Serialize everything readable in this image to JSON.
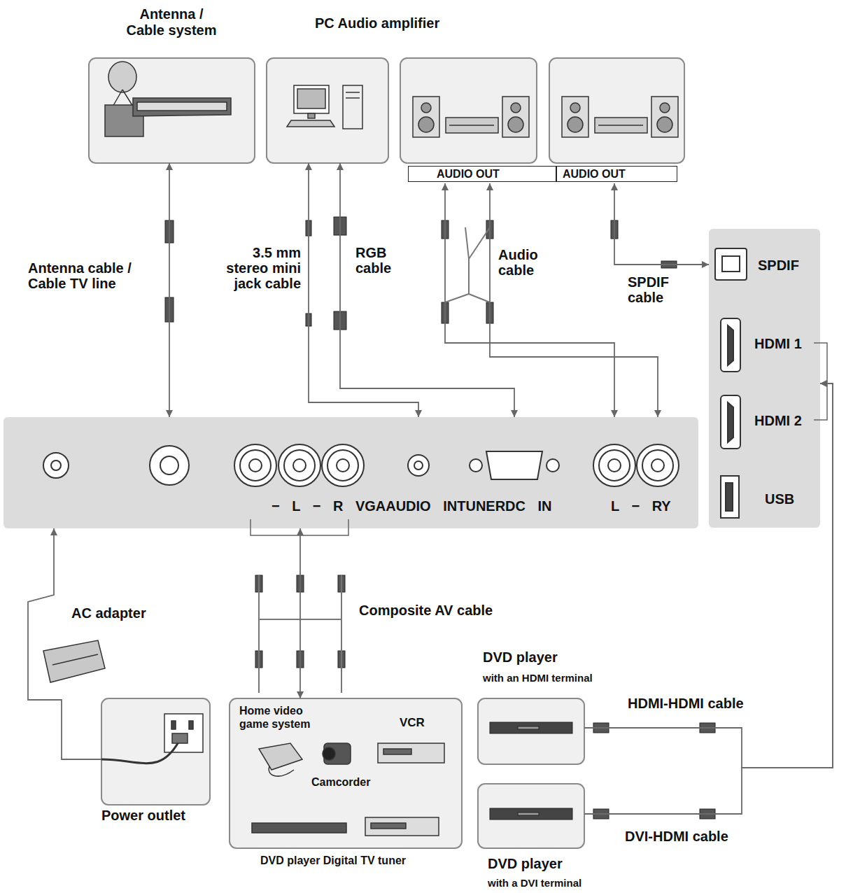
{
  "diagram": {
    "nodes": [
      {
        "text": [
          "Antenna / Cable system"
        ]
      },
      {
        "text": [
          "PC Audio amplifier"
        ]
      },
      {
        "text": [
          "AUDIO OUT"
        ]
      },
      {
        "text": [
          "AUDIO OUT"
        ]
      },
      {
        "text": [
          "− L − R VGAAUDIO INTUNERDC IN",
          "L − RY"
        ]
      },
      {
        "text": [
          "SPDIF",
          "HDMI 1",
          "HDMI 2",
          "USB"
        ]
      },
      {
        "text": [
          "Power outlet"
        ]
      },
      {
        "text": [
          "Home video game system",
          "VCR",
          "Camcorder",
          "DVD player Digital TV tuner"
        ]
      },
      {
        "text": [
          "DVD player",
          "with an HDMI terminal"
        ]
      },
      {
        "text": [
          "DVD player",
          "with a DVI terminal"
        ]
      }
    ],
    "edges": [
      {
        "from": 0,
        "to": 4,
        "arrow": "both",
        "label": "Antenna cable / Cable TV line"
      },
      {
        "from": 1,
        "to": 4,
        "arrow": "both",
        "label": "3.5 mm stereo mini jack cable"
      },
      {
        "from": 1,
        "to": 4,
        "arrow": "both",
        "label": "RGB cable"
      },
      {
        "from": 2,
        "to": 4,
        "arrow": "both",
        "label": "Audio cable"
      },
      {
        "from": 3,
        "to": 5,
        "arrow": "both",
        "label": "SPDIF cable"
      },
      {
        "from": 7,
        "to": 4,
        "arrow": "both",
        "label": "Composite AV cable"
      },
      {
        "from": 8,
        "to": 5,
        "arrow": "to",
        "label": "HDMI-HDMI cable"
      },
      {
        "from": 9,
        "to": 5,
        "arrow": "to",
        "label": "DVI-HDMI cable"
      },
      {
        "from": 6,
        "to": 4,
        "arrow": "to",
        "label": "AC adapter"
      }
    ]
  }
}
